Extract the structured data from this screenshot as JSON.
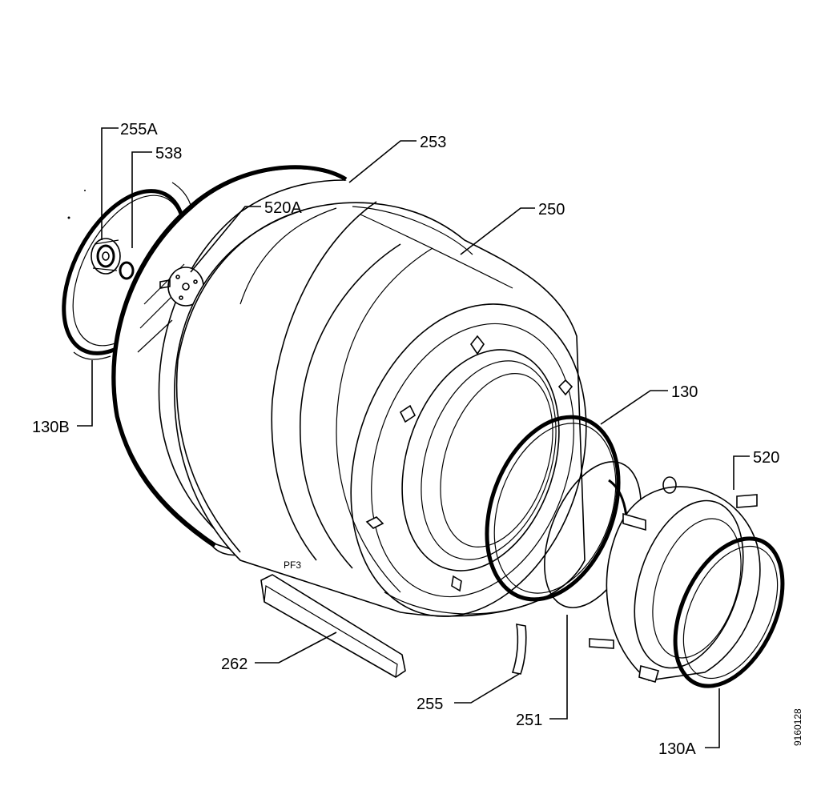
{
  "diagram": {
    "parts": [
      {
        "id": "p255a",
        "label": "255A"
      },
      {
        "id": "p538",
        "label": "538"
      },
      {
        "id": "p253",
        "label": "253"
      },
      {
        "id": "p520a",
        "label": "520A"
      },
      {
        "id": "p250",
        "label": "250"
      },
      {
        "id": "p130b",
        "label": "130B"
      },
      {
        "id": "p130",
        "label": "130"
      },
      {
        "id": "p520",
        "label": "520"
      },
      {
        "id": "p262",
        "label": "262"
      },
      {
        "id": "p255",
        "label": "255"
      },
      {
        "id": "p251",
        "label": "251"
      },
      {
        "id": "p130a",
        "label": "130A"
      }
    ],
    "stamp": "PF3",
    "reference_number": "9160128"
  }
}
